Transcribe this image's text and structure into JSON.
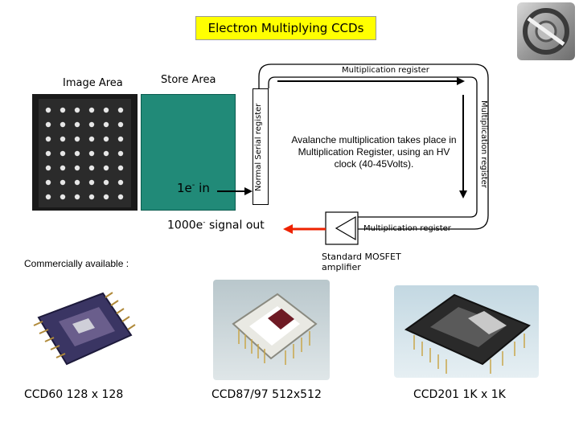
{
  "title": "Electron Multiplying CCDs",
  "labels": {
    "image_area": "Image Area",
    "store_area": "Store Area",
    "normal_serial_register": "Normal Serial register",
    "multiplication_register_top": "Multiplication register",
    "multiplication_register_right": "Multiplication register",
    "multiplication_register_bottom": "Multiplication register",
    "avalanche_text": "Avalanche multiplication takes place in Multiplication Register, using an HV clock (40-45Volts).",
    "one_e_in_base": "1e",
    "one_e_in_sup": "-",
    "one_e_in_suffix": " in",
    "signal_out_base": "1000e",
    "signal_out_sup": "-",
    "signal_out_suffix": " signal out",
    "amplifier": "Standard MOSFET amplifier",
    "commercially_available": "Commercially available :"
  },
  "products": [
    {
      "name": "CCD60  128 x 128"
    },
    {
      "name": "CCD87/97  512x512"
    },
    {
      "name": "CCD201  1K x 1K"
    }
  ],
  "colors": {
    "title_bg": "#ffff00",
    "store_area": "#218a78",
    "signal_arrow": "#ee2200",
    "image_area_bg": "#1a1a1a"
  },
  "icons": [
    "logo-icon",
    "amplifier-triangle-icon",
    "arrow-icon"
  ]
}
